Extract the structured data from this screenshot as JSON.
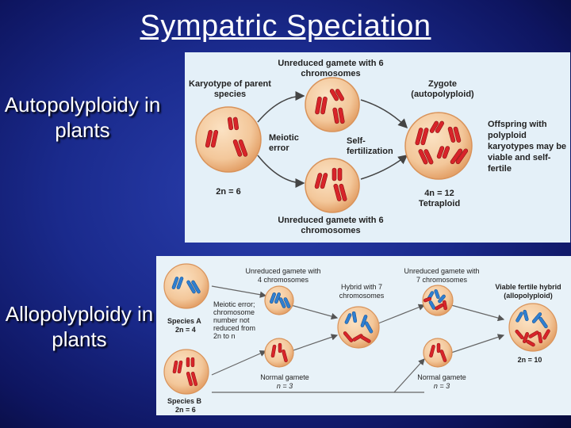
{
  "title": "Sympatric Speciation",
  "autopolyploidy_label": "Autopolyploidy in plants",
  "allopolyploidy_label": "Allopolyploidy in plants",
  "auto_panel": {
    "parent_label": "Karyotype of parent species",
    "parent_count": "2n = 6",
    "top_gamete_label": "Unreduced gamete with 6 chromosomes",
    "bottom_gamete_label": "Unreduced gamete with 6 chromosomes",
    "meiotic_error": "Meiotic error",
    "self_fert": "Self-fertilization",
    "zygote_label": "Zygote (autopolyploid)",
    "zygote_count": "4n = 12",
    "tetraploid": "Tetraploid",
    "offspring_note": "Offspring with polyploid karyotypes may be viable and self-fertile"
  },
  "allo_panel": {
    "species_a": "Species A",
    "species_a_count": "2n = 4",
    "species_b": "Species B",
    "species_b_count": "2n = 6",
    "unreduced_4": "Unreduced gamete with 4 chromosomes",
    "meiotic_error_note": "Meiotic error; chromosome number not reduced from 2n to n",
    "normal_gamete_1": "Normal gamete",
    "normal_gamete_1_n": "n = 3",
    "hybrid_label": "Hybrid with 7 chromosomes",
    "unreduced_7": "Unreduced gamete with 7 chromosomes",
    "normal_gamete_2": "Normal gamete",
    "normal_gamete_2_n": "n = 3",
    "fertile_hybrid": "Viable fertile hybrid (allopolyploid)",
    "fertile_count": "2n = 10"
  },
  "colors": {
    "background": "#1a2a8c",
    "cell_fill": "#f3c79a",
    "cell_edge": "#d9935a",
    "chromosome_red": "#d8242a",
    "chromosome_blue": "#2f7fd1",
    "arrow": "#444444"
  }
}
